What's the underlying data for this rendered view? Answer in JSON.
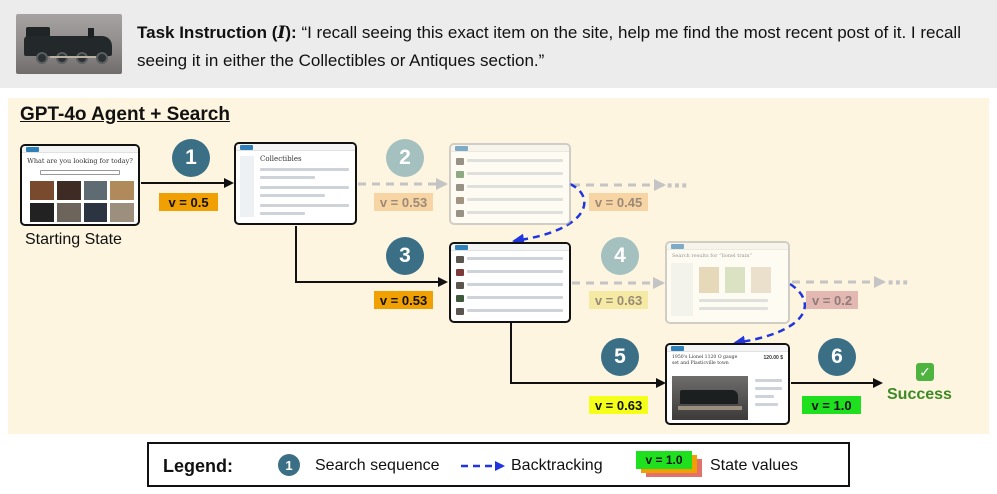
{
  "task": {
    "label": "Task Instruction (",
    "symbol": "I",
    "label_end": "):",
    "text": "“I recall seeing this exact item on the site, help me find the most recent post of it. I recall seeing it in either the Collectibles or Antiques section.”"
  },
  "panel": {
    "title": "GPT-4o Agent + Search"
  },
  "start": {
    "label": "Starting State",
    "headline": "What are you looking for today?"
  },
  "screens": {
    "collectibles_heading": "Collectibles",
    "result_heading": "Search results for “lionel train”",
    "listing_title": "1950's Lionel 1120 O gauge set and Plasticville town",
    "listing_price": "120.00 $"
  },
  "steps": [
    {
      "number": "1",
      "value": "v = 0.5",
      "status": "active"
    },
    {
      "number": "2",
      "value": "v = 0.53",
      "status": "backtracked"
    },
    {
      "number": "3",
      "value": "v = 0.53",
      "status": "active"
    },
    {
      "number": "4",
      "value": "v = 0.63",
      "status": "backtracked"
    },
    {
      "number": "5",
      "value": "v = 0.63",
      "status": "active"
    },
    {
      "number": "6",
      "value": "v = 1.0",
      "status": "active"
    }
  ],
  "branch_values": {
    "after_step_2": "v = 0.45",
    "after_step_4": "v = 0.2"
  },
  "ellipsis": "⋯",
  "outcome": {
    "label": "Success",
    "icon": "check-mark-icon",
    "check_glyph": "✓"
  },
  "legend": {
    "title": "Legend:",
    "badge_number": "1",
    "search_sequence": "Search sequence",
    "backtracking": "Backtracking",
    "state_value_sample": "v = 1.0",
    "state_values": "State values"
  },
  "colors": {
    "value_orange": "#f0a000",
    "value_orange_faded": "#f7d4a3",
    "value_yellow": "#f4ff1a",
    "value_green": "#1fe01f",
    "value_red_faded": "#e3b7b2",
    "badge_active": "#3b6f86",
    "badge_faded": "#a4c1bf",
    "backtrack_arrow": "#2035e0",
    "success_text": "#3e8a24",
    "panel_background": "#fdf5e0"
  }
}
